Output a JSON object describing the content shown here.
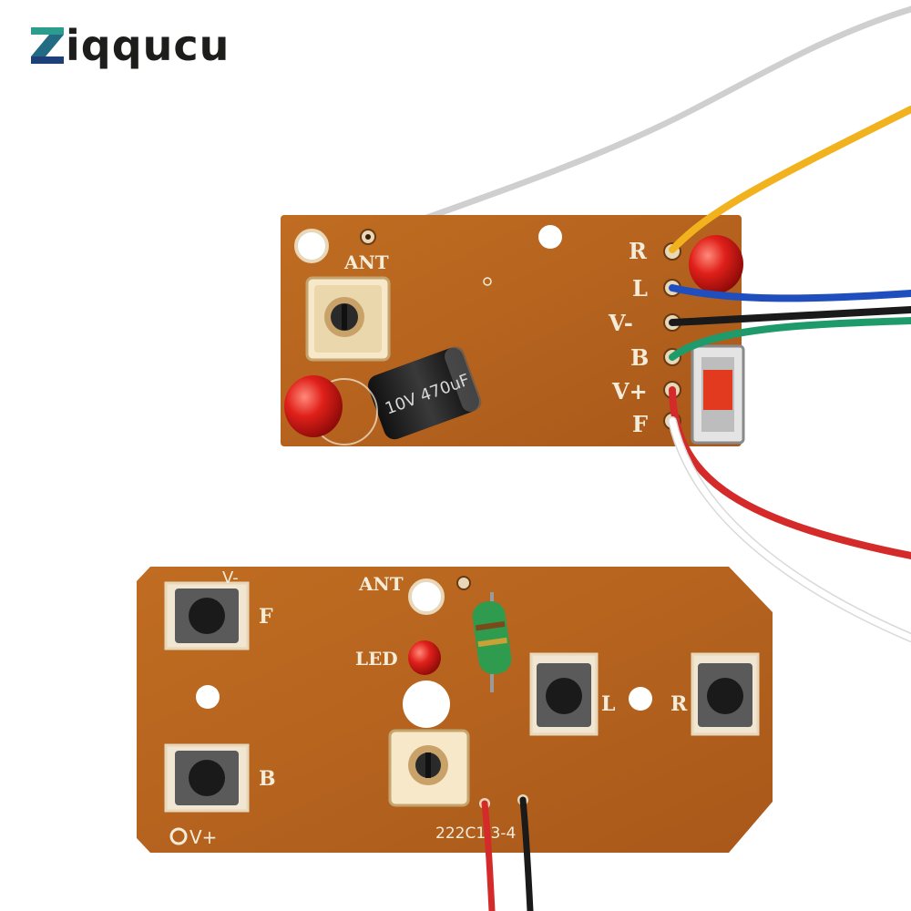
{
  "brand": {
    "name": "Ziqqucu",
    "logo_text_rest": "iqqucu",
    "colors": {
      "mark_top": "#2a9d8f",
      "mark_bottom": "#1d3f7a",
      "text": "#1d1d1b"
    }
  },
  "receiver_board": {
    "label_ant": "ANT",
    "pin_labels": [
      "R",
      "L",
      "V-",
      "B",
      "V+",
      "F"
    ],
    "capacitor_text": "10V 470uF",
    "wire_colors": [
      "#f2b21e",
      "#1f4fbf",
      "#1a1a1a",
      "#1f9a6a",
      "#d42a2a",
      "#ffffff"
    ],
    "board_color": "#b4631b"
  },
  "transmitter_board": {
    "label_ant": "ANT",
    "label_led": "LED",
    "button_labels": {
      "f": "F",
      "b": "B",
      "l": "L",
      "r": "R",
      "v_minus": "V-",
      "v_plus": "V+"
    },
    "part_number": "222C1 3-4",
    "board_color": "#b4631b"
  }
}
